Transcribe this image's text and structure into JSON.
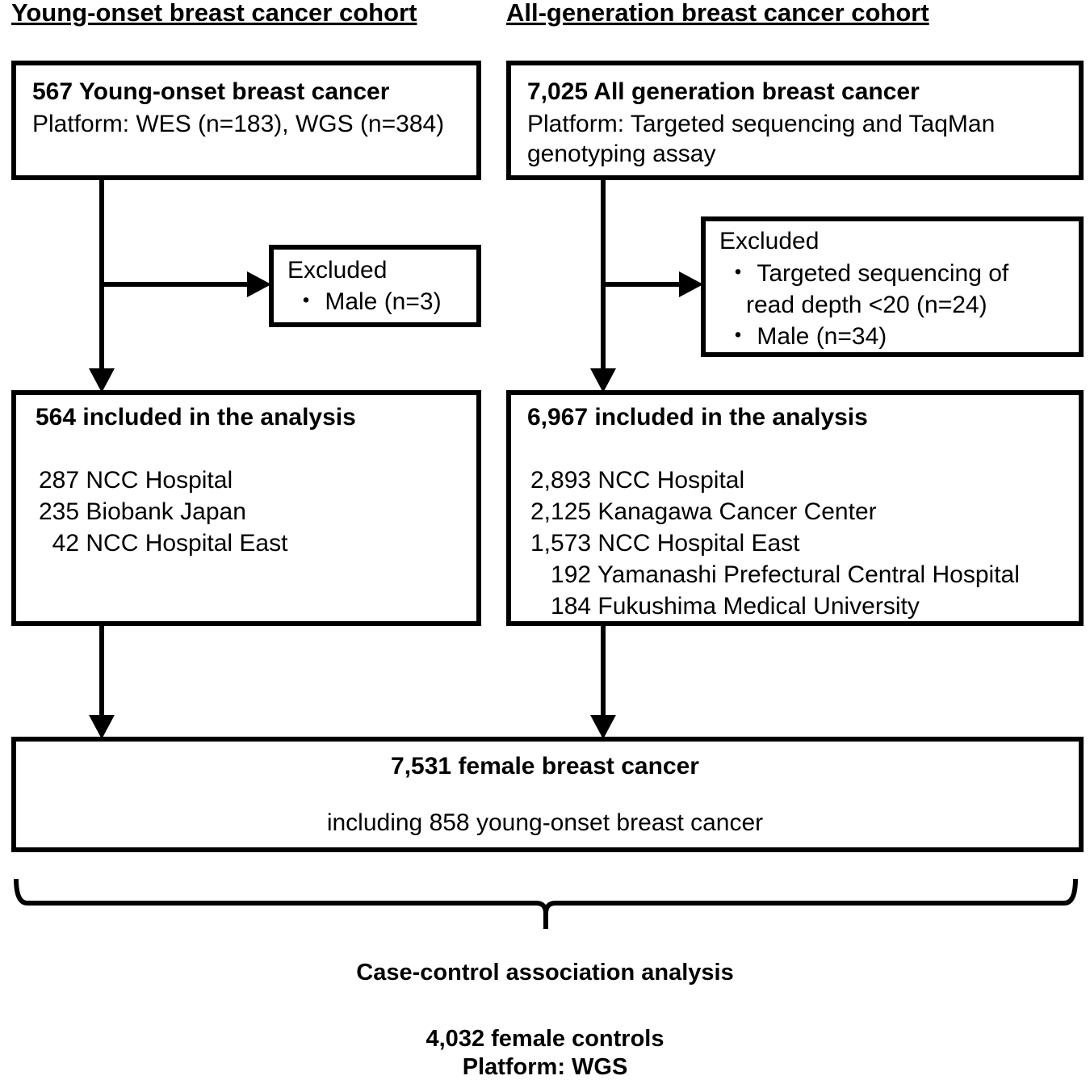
{
  "figure": {
    "type": "flowchart",
    "title_left": "Young-onset breast cancer cohort",
    "title_right": "All-generation breast cancer cohort"
  },
  "left_column": {
    "header": "Young-onset breast cancer cohort",
    "source_box": {
      "title": "567 Young-onset breast cancer",
      "lines": [
        "Platform: WES (n=183), WGS (n=384)"
      ]
    },
    "excluded_box": {
      "title": "Excluded",
      "items": [
        "・ Male (n=3)"
      ]
    },
    "included_box": {
      "title": "564 included in the analysis",
      "sites": [
        "287 NCC Hospital",
        "235 Biobank Japan",
        "  42 NCC Hospital East"
      ]
    }
  },
  "right_column": {
    "header": "All-generation breast cancer cohort",
    "source_box": {
      "title": "7,025 All generation breast cancer",
      "lines": [
        "Platform: Targeted sequencing and TaqMan",
        "genotyping assay"
      ]
    },
    "excluded_box": {
      "title": "Excluded",
      "items": [
        "・ Targeted sequencing of",
        "   read depth <20 (n=24)",
        "・ Male (n=34)"
      ]
    },
    "included_box": {
      "title": "6,967 included in the analysis",
      "sites": [
        "2,893 NCC Hospital",
        "2,125 Kanagawa Cancer Center",
        "1,573 NCC Hospital East",
        "   192 Yamanashi Prefectural Central Hospital",
        "   184 Fukushima Medical University"
      ]
    }
  },
  "combined_box": {
    "title": "7,531 female breast cancer",
    "subtitle": "including 858 young-onset breast cancer"
  },
  "analysis": {
    "title": "Case-control association analysis",
    "controls_count": "4,032 female controls",
    "controls_platform": "Platform: WGS"
  },
  "style": {
    "line_color": "#000000",
    "box_fill": "#ffffff",
    "background": "#ffffff"
  }
}
